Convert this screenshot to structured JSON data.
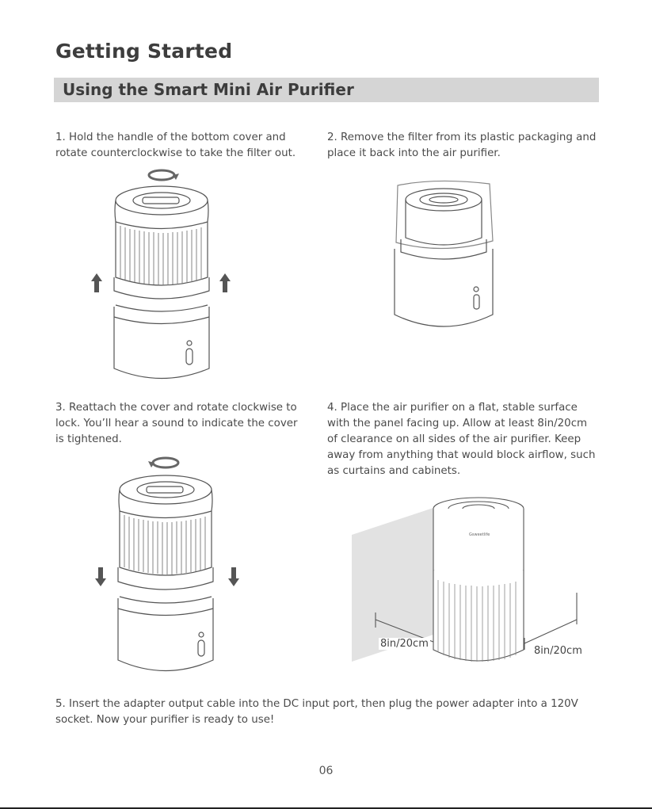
{
  "page": {
    "title": "Getting Started",
    "section_title": "Using the Smart Mini Air Purifier",
    "page_number": "06"
  },
  "steps": [
    "1. Hold the handle of the bottom cover and rotate counterclockwise to take the filter out.",
    "2. Remove the filter from its plastic packaging and place it back into the air purifier.",
    "3. Reattach the cover and rotate clockwise to lock. You’ll hear a sound to indicate the cover is tightened.",
    "4. Place the air purifier on a flat, stable surface with the panel facing up. Allow at least 8in/20cm of clearance on all sides of the air purifier. Keep away from anything that would block airflow, such as curtains and cabinets.",
    "5.  Insert the adapter output cable into the DC input port, then plug the power adapter into a 120V socket. Now your purifier is ready to use!"
  ],
  "illustration": {
    "clearance_left": "8in/20cm",
    "clearance_right": "8in/20cm",
    "brand_mark": "Gsweetlife",
    "colors": {
      "outline": "#555555",
      "arrow": "#555555"
    }
  }
}
